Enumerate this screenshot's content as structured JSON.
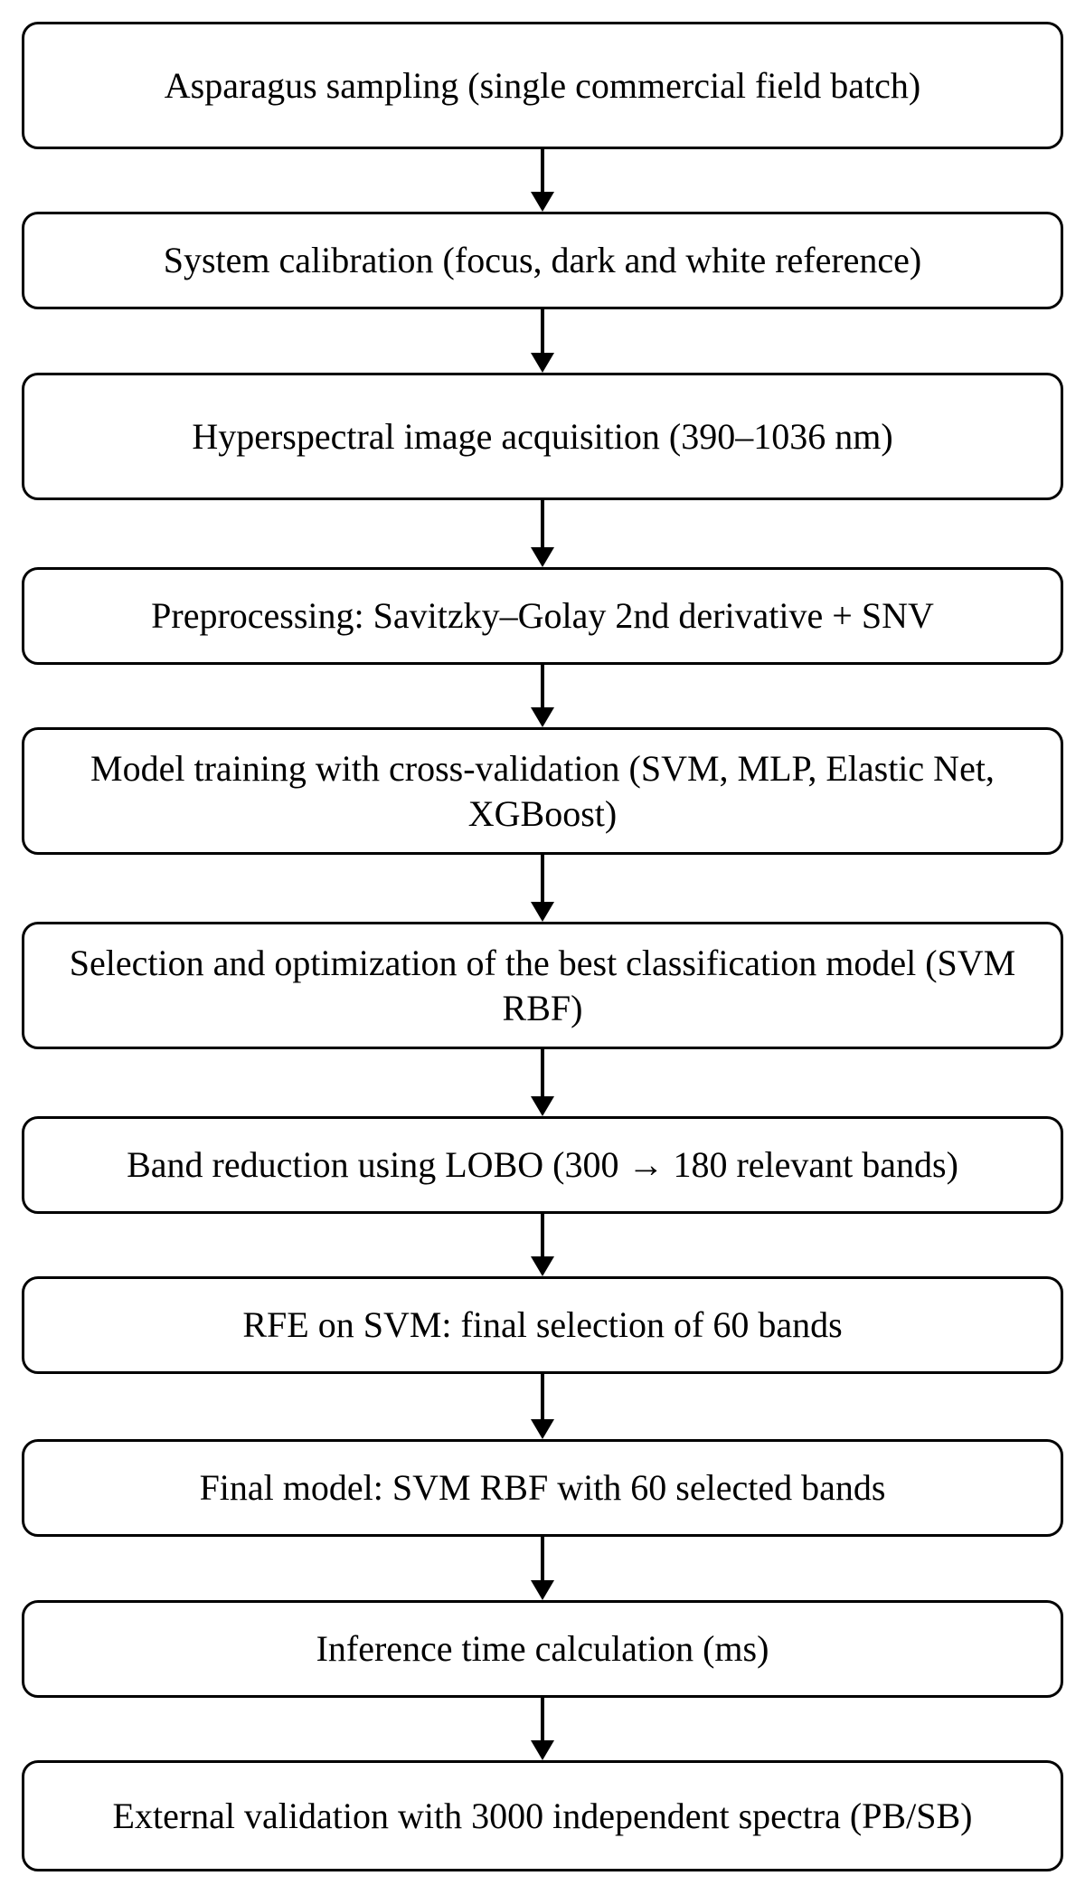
{
  "flowchart": {
    "steps": [
      {
        "label": "Asparagus sampling (single commercial field batch)"
      },
      {
        "label": "System calibration (focus, dark and white reference)"
      },
      {
        "label": "Hyperspectral image acquisition (390–1036 nm)"
      },
      {
        "label": "Preprocessing: Savitzky–Golay 2nd derivative + SNV"
      },
      {
        "label": "Model training with cross-validation (SVM, MLP, Elastic Net, XGBoost)"
      },
      {
        "label": "Selection and optimization of the best classification model (SVM RBF)"
      },
      {
        "label": "Band reduction using LOBO (300 → 180 relevant bands)"
      },
      {
        "label": "RFE on SVM: final selection of 60 bands"
      },
      {
        "label": "Final model: SVM RBF with 60 selected bands"
      },
      {
        "label": "Inference time calculation (ms)"
      },
      {
        "label": "External validation with 3000 independent spectra (PB/SB)"
      }
    ],
    "colors": {
      "stroke": "#000000",
      "fill": "#ffffff",
      "text": "#000000"
    }
  }
}
